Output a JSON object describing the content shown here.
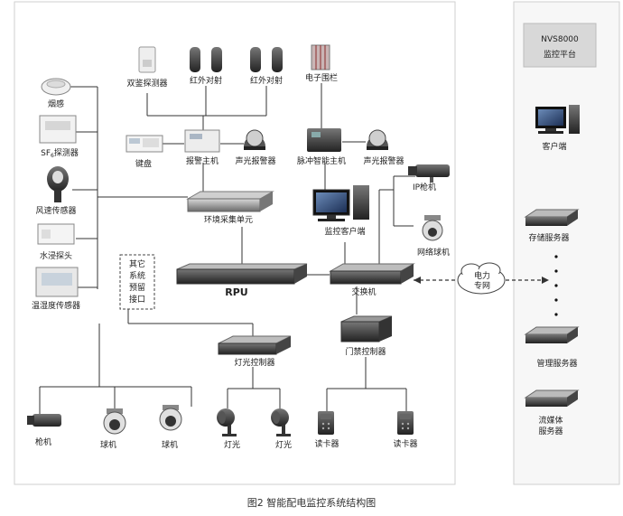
{
  "labels": {
    "dual_detector": "双鉴探测器",
    "ir_beam_1": "红外对射",
    "ir_beam_2": "红外对射",
    "electronic_fence": "电子围栏",
    "smoke": "烟感",
    "sf6_main": "SF",
    "sf6_sub": "6",
    "sf6_suffix": "探测器",
    "wind_sensor": "风速传感器",
    "water_probe": "水浸探头",
    "temp_humidity": "温湿度传感器",
    "keypad": "键盘",
    "alarm_host": "报警主机",
    "siren_1": "声光报警器",
    "pulse_host": "脉冲智能主机",
    "siren_2": "声光报警器",
    "env_unit": "环境采集单元",
    "monitor_client": "监控客户端",
    "ip_camera": "IP枪机",
    "network_dome": "网络球机",
    "other_system": [
      "其它",
      "系统",
      "预留",
      "接口"
    ],
    "rpu": "RPU",
    "switch": "交换机",
    "power_net": [
      "电力",
      "专网"
    ],
    "access_controller": "门禁控制器",
    "light_controller": "灯光控制器",
    "gun_camera": "枪机",
    "dome_1": "球机",
    "dome_2": "球机",
    "light_1": "灯光",
    "light_2": "灯光",
    "card_reader_1": "读卡器",
    "card_reader_2": "读卡器",
    "platform_title": "NVS8000",
    "platform_subtitle": "监控平台",
    "client": "客户端",
    "storage_server": "存储服务器",
    "mgmt_server": "管理服务器",
    "stream_server": [
      "流媒体",
      "服务器"
    ],
    "caption": "图2 智能配电监控系统结构图"
  }
}
